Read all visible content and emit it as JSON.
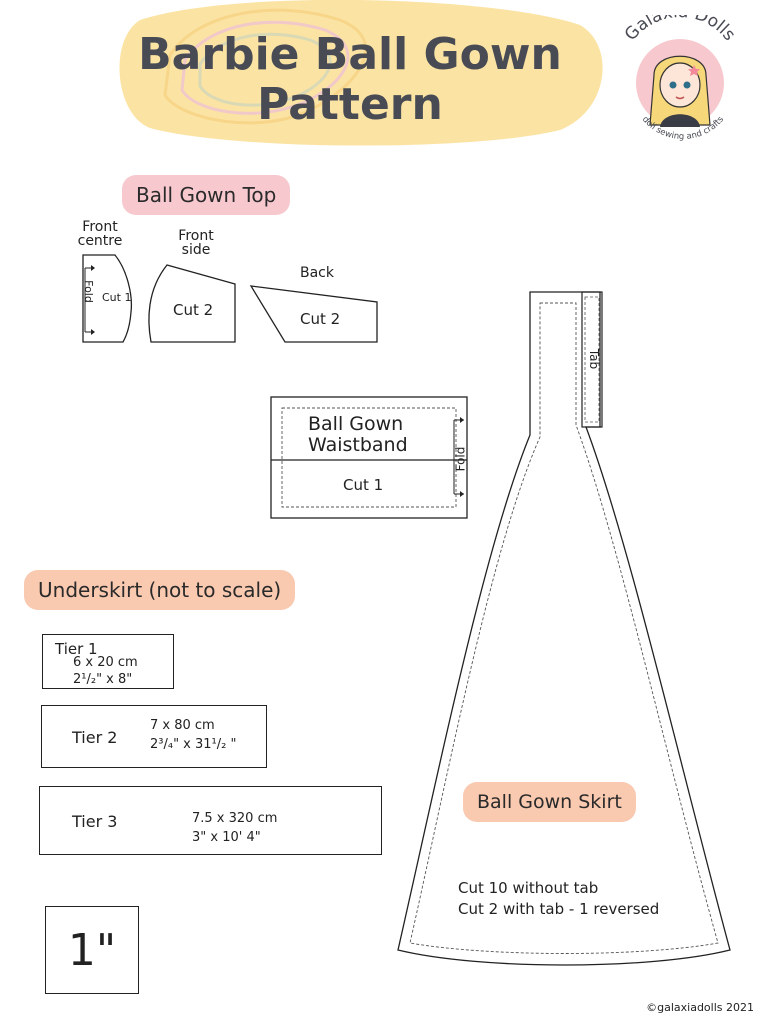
{
  "header": {
    "title_line1": "Barbie Ball Gown",
    "title_line2": "Pattern"
  },
  "logo": {
    "brand": "Galaxia Dolls",
    "tagline": "doll sewing and crafts",
    "icon": "doll-face-icon"
  },
  "colors": {
    "title_blob": "#fbe3a3",
    "pill_pink": "#f7c9cf",
    "pill_peach": "#f9c9b0",
    "text_dark": "#484b54"
  },
  "top_section": {
    "heading": "Ball Gown Top",
    "pieces": [
      {
        "label_line1": "Front",
        "label_line2": "centre",
        "fold": "Fold",
        "cut": "Cut 1"
      },
      {
        "label_line1": "Front",
        "label_line2": "side",
        "cut": "Cut 2"
      },
      {
        "label_line1": "Back",
        "cut": "Cut 2"
      }
    ]
  },
  "waistband": {
    "name_line1": "Ball Gown",
    "name_line2": "Waistband",
    "fold": "Fold",
    "cut": "Cut 1"
  },
  "underskirt": {
    "heading": "Underskirt (not to scale)",
    "tiers": [
      {
        "name": "Tier 1",
        "metric": "6 x 20 cm",
        "imperial": "2¹/₂\" x 8\""
      },
      {
        "name": "Tier 2",
        "metric": "7 x 80 cm",
        "imperial": "2³/₄\" x 31¹/₂ \""
      },
      {
        "name": "Tier 3",
        "metric": "7.5 x 320 cm",
        "imperial": "3\" x 10' 4\""
      }
    ]
  },
  "skirt": {
    "heading": "Ball Gown Skirt",
    "tab": "Tab",
    "cut_line1": "Cut 10 without tab",
    "cut_line2": "Cut 2 with tab - 1 reversed"
  },
  "scale_box": {
    "label": "1\""
  },
  "footer": {
    "copyright": "©galaxiadolls 2021"
  }
}
